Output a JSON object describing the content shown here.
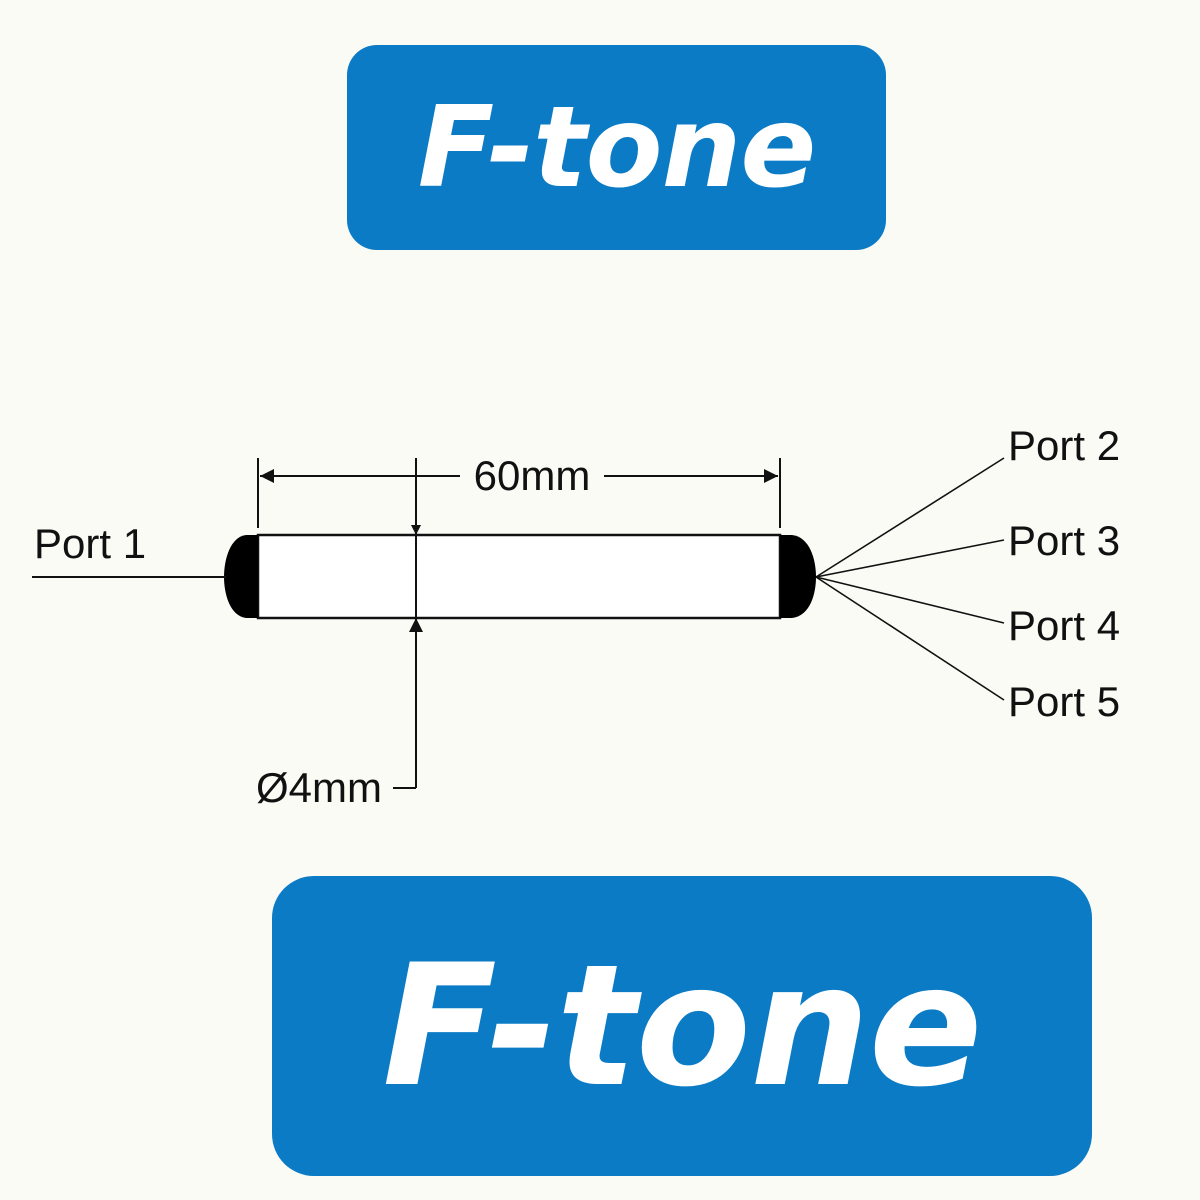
{
  "logo": {
    "text": "F-tone",
    "background_color": "#0b7bc6",
    "text_color": "#ffffff"
  },
  "diagram": {
    "length_label": "60mm",
    "diameter_label": "Ø4mm",
    "input_port": "Port 1",
    "output_ports": [
      "Port 2",
      "Port 3",
      "Port 4",
      "Port 5"
    ],
    "line_color": "#111111",
    "cap_color": "#000000"
  }
}
